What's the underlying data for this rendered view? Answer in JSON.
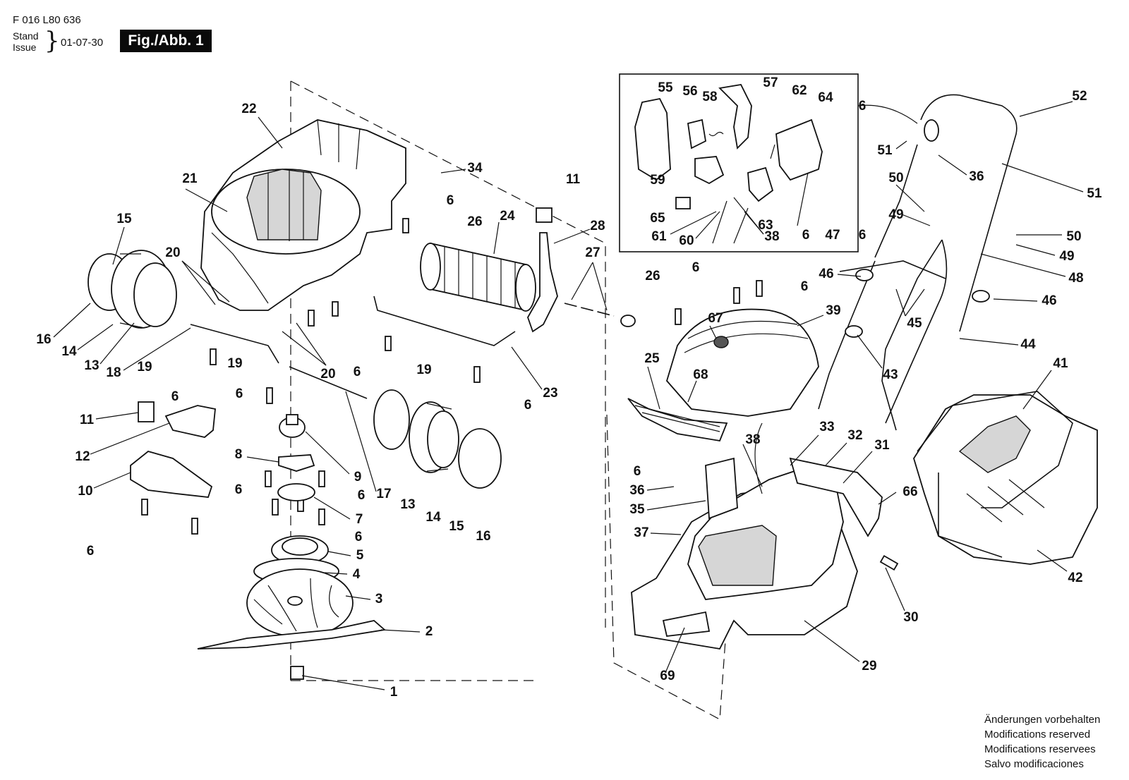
{
  "header": {
    "doc_number": "F 016 L80 636",
    "stand_label": "Stand",
    "issue_label": "Issue",
    "issue_date": "01-07-30",
    "figure_label": "Fig./Abb. 1"
  },
  "part_labels": [
    "1",
    "2",
    "3",
    "4",
    "5",
    "6",
    "7",
    "8",
    "9",
    "10",
    "11",
    "12",
    "13",
    "14",
    "15",
    "16",
    "17",
    "18",
    "19",
    "20",
    "21",
    "22",
    "23",
    "24",
    "25",
    "26",
    "27",
    "28",
    "29",
    "30",
    "31",
    "32",
    "33",
    "34",
    "35",
    "36",
    "37",
    "38",
    "39",
    "41",
    "42",
    "43",
    "44",
    "45",
    "46",
    "47",
    "48",
    "49",
    "50",
    "51",
    "52",
    "55",
    "56",
    "57",
    "58",
    "59",
    "60",
    "61",
    "62",
    "63",
    "64",
    "65",
    "66",
    "67",
    "68",
    "69"
  ],
  "notices": [
    "Änderungen vorbehalten",
    "Modifications reserved",
    "Modifications reservees",
    "Salvo modificaciones"
  ]
}
